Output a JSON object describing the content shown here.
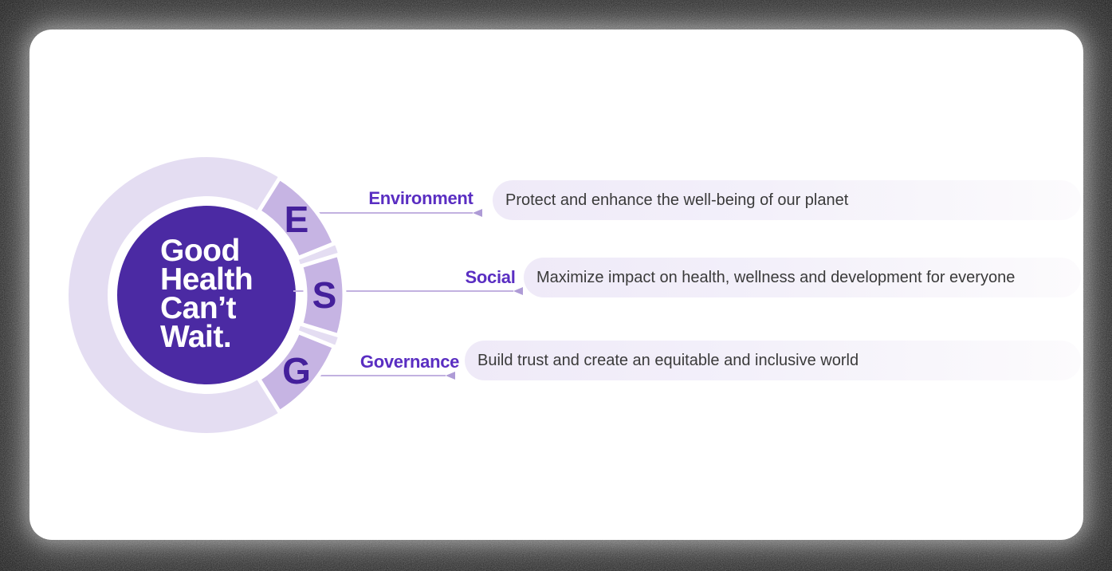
{
  "background": {
    "color": "#0a0a0a"
  },
  "card": {
    "background": "#ffffff"
  },
  "hub": {
    "title": "Good\nHealth\nCan’t\nWait.",
    "colors": {
      "inner_circle": "#4B2AA3",
      "ring_gap": "#FFFFFF",
      "outer_disc": "#E4DDF2",
      "wedge": "#C6B4E3",
      "letter": "#44209B",
      "label": "#5A2EC2",
      "connector_line": "#C2B1E0",
      "arrow": "#AE9BD6",
      "description_text": "#3A3A3A",
      "pill_background": "#EFEAF8"
    }
  },
  "rows": [
    {
      "letter": "E",
      "label": "Environment",
      "description": "Protect and enhance the well-being of our planet"
    },
    {
      "letter": "S",
      "label": "Social",
      "description": "Maximize impact on health, wellness and development for everyone"
    },
    {
      "letter": "G",
      "label": "Governance",
      "description": "Build trust and create an equitable and inclusive world"
    }
  ]
}
